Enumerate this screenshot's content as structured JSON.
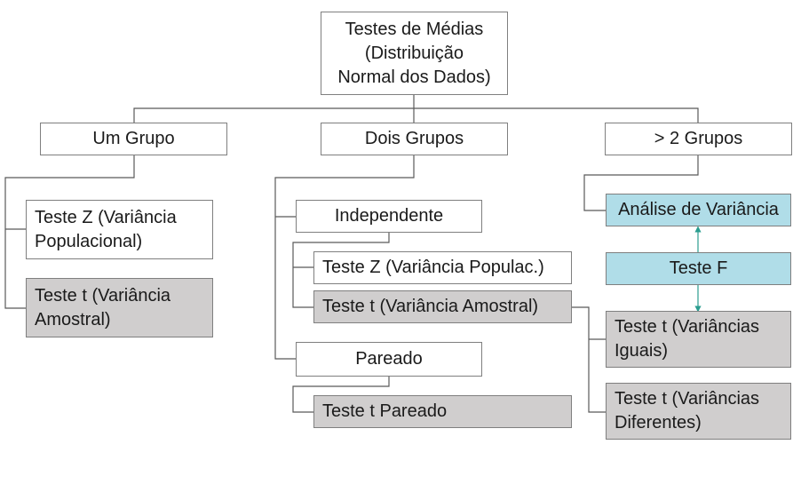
{
  "diagram": {
    "root": "Testes de Médias\n(Distribuição\nNormal dos Dados)",
    "groups": {
      "one": "Um Grupo",
      "two": "Dois Grupos",
      "more": "> 2 Grupos"
    },
    "one_group": {
      "z_test": "Teste Z (Variância\nPopulacional)",
      "t_test": "Teste t (Variância\nAmostral)"
    },
    "two_groups": {
      "independent": "Independente",
      "z_test": "Teste Z (Variância Populac.)",
      "t_test": "Teste t (Variância Amostral)",
      "paired": "Pareado",
      "paired_t": "Teste t Pareado"
    },
    "more_groups": {
      "anova": "Análise de Variância",
      "f_test": "Teste F",
      "t_equal": "Teste t (Variâncias\nIguais)",
      "t_diff": "Teste t (Variâncias\nDiferentes)"
    },
    "colors": {
      "box_border": "#7f7f7f",
      "connector": "#595959",
      "gray_fill": "#d0cece",
      "cyan_fill": "#b0dde8",
      "arrow": "#2a9d8f"
    }
  }
}
